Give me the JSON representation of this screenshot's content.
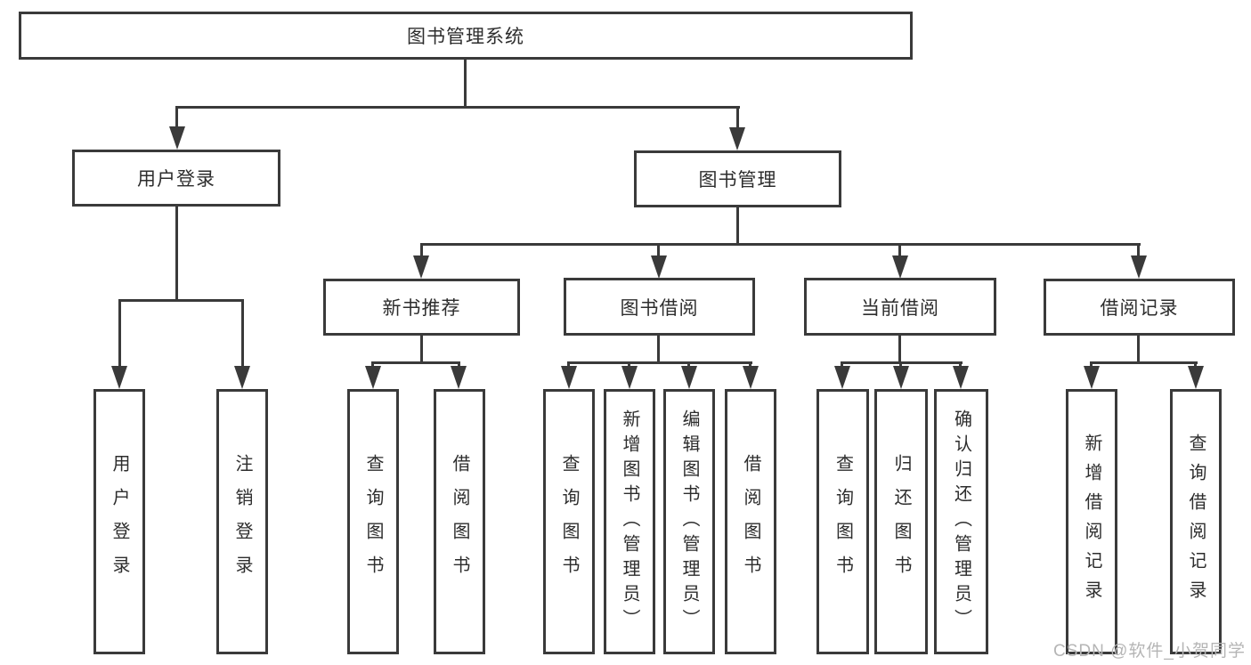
{
  "colors": {
    "line": "#3a3a3a",
    "text": "#2d2d2d",
    "box_fill": "#ffffff",
    "watermark": "#b5b5b5",
    "background": "#ffffff"
  },
  "tree": {
    "root": {
      "label": "图书管理系统"
    },
    "level2": [
      {
        "label": "用户登录",
        "leaves": [
          "用户登录",
          "注销登录"
        ]
      },
      {
        "label": "图书管理",
        "groups": [
          {
            "label": "新书推荐",
            "leaves": [
              "查询图书",
              "借阅图书"
            ]
          },
          {
            "label": "图书借阅",
            "leaves": [
              "查询图书",
              "新增图书（管理员）",
              "编辑图书（管理员）",
              "借阅图书"
            ]
          },
          {
            "label": "当前借阅",
            "leaves": [
              "查询图书",
              "归还图书",
              "确认归还（管理员）"
            ]
          },
          {
            "label": "借阅记录",
            "leaves": [
              "新增借阅记录",
              "查询借阅记录"
            ]
          }
        ]
      }
    ]
  },
  "watermark": {
    "text": "CSDN @软件_小贺同学"
  }
}
